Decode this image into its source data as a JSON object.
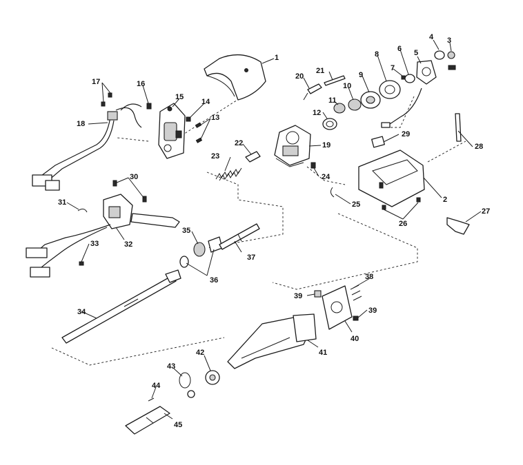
{
  "diagram": {
    "callouts": [
      {
        "id": "1",
        "label": "1"
      },
      {
        "id": "2",
        "label": "2"
      },
      {
        "id": "3",
        "label": "3"
      },
      {
        "id": "4",
        "label": "4"
      },
      {
        "id": "5",
        "label": "5"
      },
      {
        "id": "6",
        "label": "6"
      },
      {
        "id": "7",
        "label": "7"
      },
      {
        "id": "8",
        "label": "8"
      },
      {
        "id": "9",
        "label": "9"
      },
      {
        "id": "10",
        "label": "10"
      },
      {
        "id": "11",
        "label": "11"
      },
      {
        "id": "12",
        "label": "12"
      },
      {
        "id": "13",
        "label": "13"
      },
      {
        "id": "14",
        "label": "14"
      },
      {
        "id": "15",
        "label": "15"
      },
      {
        "id": "16",
        "label": "16"
      },
      {
        "id": "17",
        "label": "17"
      },
      {
        "id": "18",
        "label": "18"
      },
      {
        "id": "19",
        "label": "19"
      },
      {
        "id": "20",
        "label": "20"
      },
      {
        "id": "21",
        "label": "21"
      },
      {
        "id": "22",
        "label": "22"
      },
      {
        "id": "23",
        "label": "23"
      },
      {
        "id": "24",
        "label": "24"
      },
      {
        "id": "25",
        "label": "25"
      },
      {
        "id": "26",
        "label": "26"
      },
      {
        "id": "27",
        "label": "27"
      },
      {
        "id": "28",
        "label": "28"
      },
      {
        "id": "29",
        "label": "29"
      },
      {
        "id": "30",
        "label": "30"
      },
      {
        "id": "31",
        "label": "31"
      },
      {
        "id": "32",
        "label": "32"
      },
      {
        "id": "33",
        "label": "33"
      },
      {
        "id": "34",
        "label": "34"
      },
      {
        "id": "35",
        "label": "35"
      },
      {
        "id": "36",
        "label": "36"
      },
      {
        "id": "37",
        "label": "37"
      },
      {
        "id": "38",
        "label": "38"
      },
      {
        "id": "39a",
        "label": "39"
      },
      {
        "id": "39b",
        "label": "39"
      },
      {
        "id": "40",
        "label": "40"
      },
      {
        "id": "41",
        "label": "41"
      },
      {
        "id": "42",
        "label": "42"
      },
      {
        "id": "43",
        "label": "43"
      },
      {
        "id": "44",
        "label": "44"
      },
      {
        "id": "45",
        "label": "45"
      }
    ]
  }
}
